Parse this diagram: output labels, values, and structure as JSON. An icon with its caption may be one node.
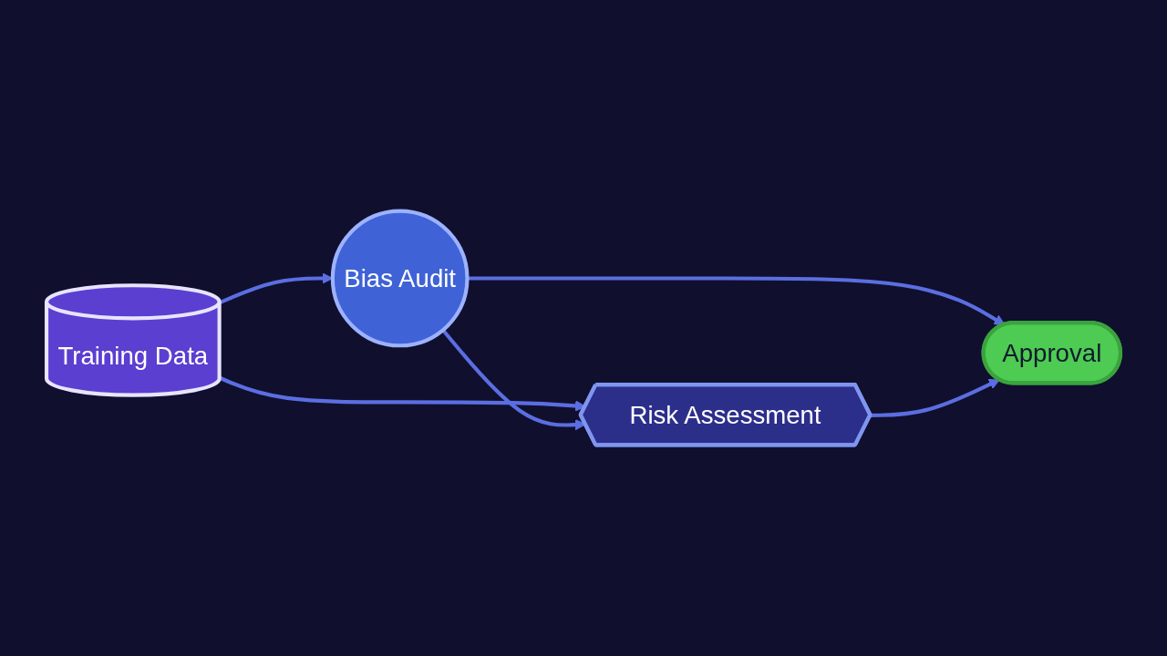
{
  "diagram": {
    "nodes": [
      {
        "text": [
          "Training Data"
        ]
      },
      {
        "text": [
          "Bias Audit"
        ]
      },
      {
        "text": [
          "Risk Assessment"
        ]
      },
      {
        "text": [
          "Approval"
        ]
      }
    ],
    "edges": [
      {
        "from": 0,
        "to": 1,
        "arrow": "to"
      },
      {
        "from": 0,
        "to": 2,
        "arrow": "to"
      },
      {
        "from": 1,
        "to": 2,
        "arrow": "to"
      },
      {
        "from": 1,
        "to": 3,
        "arrow": "to"
      },
      {
        "from": 2,
        "to": 3,
        "arrow": "to"
      }
    ]
  }
}
